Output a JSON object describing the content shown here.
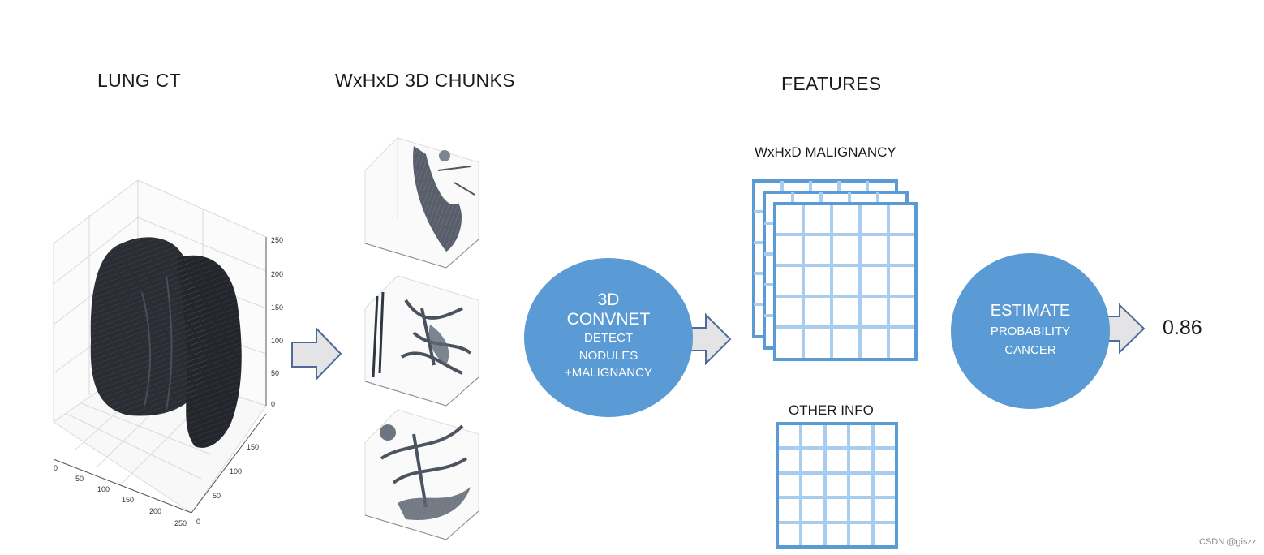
{
  "headings": {
    "lung_ct": "LUNG CT",
    "chunks": "WxHxD 3D CHUNKS",
    "features": "FEATURES"
  },
  "feature_labels": {
    "malignancy": "WxHxD MALIGNANCY",
    "other_info": "OTHER INFO"
  },
  "convnet": {
    "line1": "3D",
    "line2": "CONVNET",
    "line3": "DETECT",
    "line4": "NODULES",
    "line5": "+MALIGNANCY"
  },
  "estimate": {
    "line1": "ESTIMATE",
    "line2": "PROBABILITY",
    "line3": "CANCER"
  },
  "output_value": "0.86",
  "lung_plot": {
    "z_ticks": [
      "250",
      "200",
      "150",
      "100",
      "50",
      "0"
    ],
    "x_ticks": [
      "0",
      "50",
      "100",
      "150",
      "200",
      "250"
    ],
    "y_ticks": [
      "0",
      "50",
      "100",
      "150"
    ]
  },
  "watermark": "CSDN @giszz",
  "colors": {
    "node_fill": "#5b9bd5",
    "grid_stroke": "#5b9bd5",
    "grid_inner": "#a9cdee",
    "arrow_fill": "#e4e4e6",
    "arrow_stroke": "#4d6b96"
  }
}
